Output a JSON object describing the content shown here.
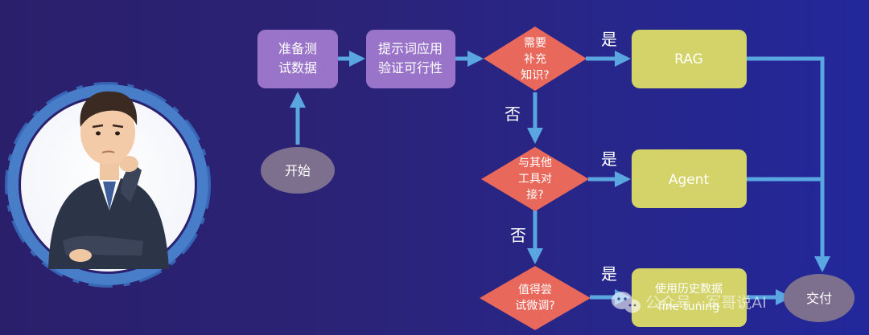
{
  "nodes": {
    "prepare_data": [
      "准备测",
      "试数据"
    ],
    "verify_prompt": [
      "提示词应用",
      "验证可行性"
    ],
    "start": "开始",
    "need_knowledge": [
      "需要",
      "补充",
      "知识?"
    ],
    "rag": "RAG",
    "interface_tools": [
      "与其他",
      "工具对",
      "接?"
    ],
    "agent": "Agent",
    "try_finetune": [
      "值得尝",
      "试微调?"
    ],
    "finetune": [
      "使用历史数据",
      "fine-tuning"
    ],
    "deliver": "交付"
  },
  "edge_labels": {
    "yes_1": "是",
    "yes_2": "是",
    "yes_3": "是",
    "no_1": "否",
    "no_2": "否"
  },
  "watermark": {
    "text": "公众号 · 军哥说AI",
    "icon": "wechat-icon"
  },
  "colors": {
    "purple_box": "#9a74c9",
    "green_box": "#d3d36a",
    "diamond": "#e8685b",
    "oval": "#7d6f8e",
    "arrow": "#5aa6e0"
  }
}
